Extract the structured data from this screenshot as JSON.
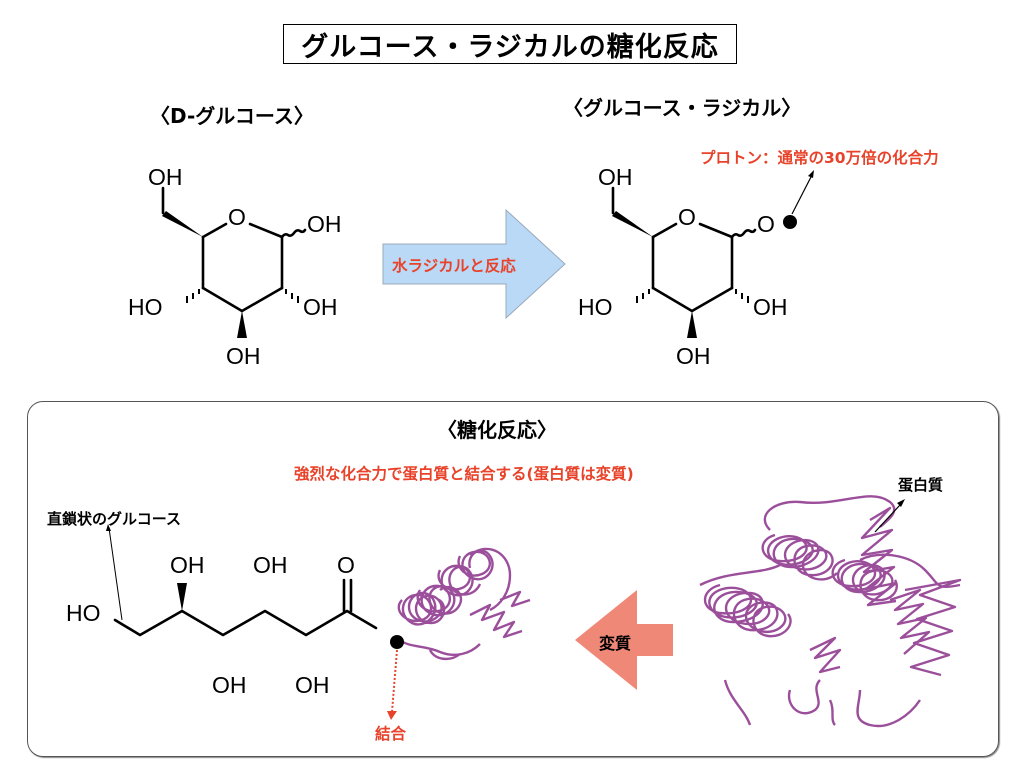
{
  "title": "グルコース・ラジカルの糖化反応",
  "top_section": {
    "left_heading": "〈D-グルコース〉",
    "right_heading": "〈グルコース・ラジカル〉",
    "reaction_arrow_label": "水ラジカルと反応",
    "proton_annotation": "プロトン：通常の30万倍の化合力",
    "molecule_labels": {
      "oh": "OH",
      "ho": "HO",
      "ring_o": "O",
      "radical_o": "O"
    }
  },
  "bottom_section": {
    "heading": "〈糖化反応〉",
    "subtitle": "強烈な化合力で蛋白質と結合する(蛋白質は変質)",
    "linear_glucose_label": "直鎖状のグルコース",
    "protein_label": "蛋白質",
    "denature_arrow_label": "変質",
    "binding_label": "結合",
    "chain_labels": {
      "ho": "HO",
      "oh": "OH",
      "carbonyl_o": "O"
    }
  },
  "colors": {
    "accent_red": "#e8432a",
    "reaction_arrow_fill": "#b9d9f7",
    "denature_arrow_fill": "#f08878",
    "protein_stroke": "#9b4f9b"
  }
}
